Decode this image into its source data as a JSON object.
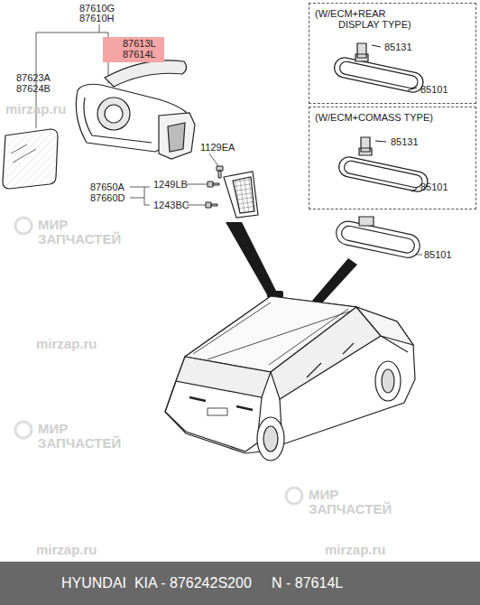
{
  "diagram": {
    "nodes": [
      {
        "text": [
          "(W/ECM+REAR DISPLAY TYPE)",
          "85131",
          "85101"
        ]
      },
      {
        "text": [
          "87613L",
          "87614L"
        ]
      },
      {
        "text": [
          "(W/ECM+COMASS TYPE)",
          "85131",
          "85101"
        ]
      },
      {
        "text": [
          "HYUNDAI  KIA - 876242S200     N - 87614L"
        ]
      }
    ],
    "labels": [
      "87610G",
      "87610H",
      "87623A",
      "87624B",
      "1129EA",
      "87650A",
      "87660D",
      "1249LB",
      "1243BC",
      "85101",
      "МИР",
      "ЗАПЧАСТЕЙ",
      "mirzap.ru",
      "mirzap.ru",
      "МИР",
      "ЗАПЧАСТЕЙ",
      "mirzap.ru",
      "МИР",
      "ЗАПЧАСТЕЙ",
      "mirzap.ru"
    ]
  }
}
